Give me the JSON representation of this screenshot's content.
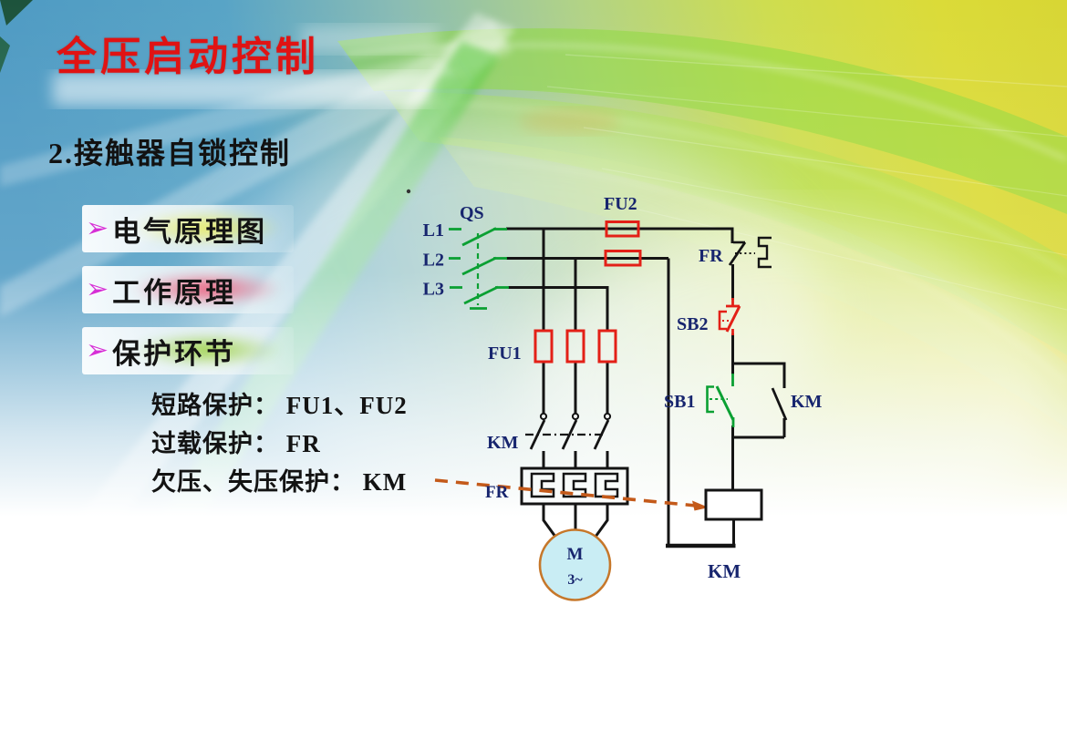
{
  "slide": {
    "title": "全压启动控制",
    "subtitle": "2.接触器自锁控制",
    "bullets": [
      {
        "marker": "➢",
        "label": "电气原理图",
        "glow": "#ecec42"
      },
      {
        "marker": "➢",
        "label": "工作原理",
        "glow": "#ee3d60"
      },
      {
        "marker": "➢",
        "label": "保护环节",
        "glow": "#8fcb1f"
      }
    ],
    "protection_lines": [
      {
        "text": "短路保护： FU1、FU2"
      },
      {
        "text": "过载保护： FR"
      },
      {
        "text": "欠压、失压保护： KM"
      }
    ]
  },
  "circuit": {
    "labels": {
      "qs": "QS",
      "l1": "L1",
      "l2": "L2",
      "l3": "L3",
      "fu1": "FU1",
      "fu2": "FU2",
      "fr_contact": "FR",
      "sb2": "SB2",
      "sb1": "SB1",
      "km_aux": "KM",
      "km_main": "KM",
      "fr_heater": "FR",
      "km_coil": "KM",
      "motor_letter": "M",
      "motor_phase": "3~"
    },
    "colors": {
      "wire": "#141414",
      "fuse_red": "#e32017",
      "stop_button_red": "#e32017",
      "switch_green": "#0ba033",
      "label_navy": "#17256e",
      "motor_fill": "#c9edf4",
      "motor_stroke": "#c6772a",
      "arrow_orange": "#c45a1a",
      "title_red": "#e01313",
      "bullet_marker_magenta": "#d62fd6"
    }
  }
}
